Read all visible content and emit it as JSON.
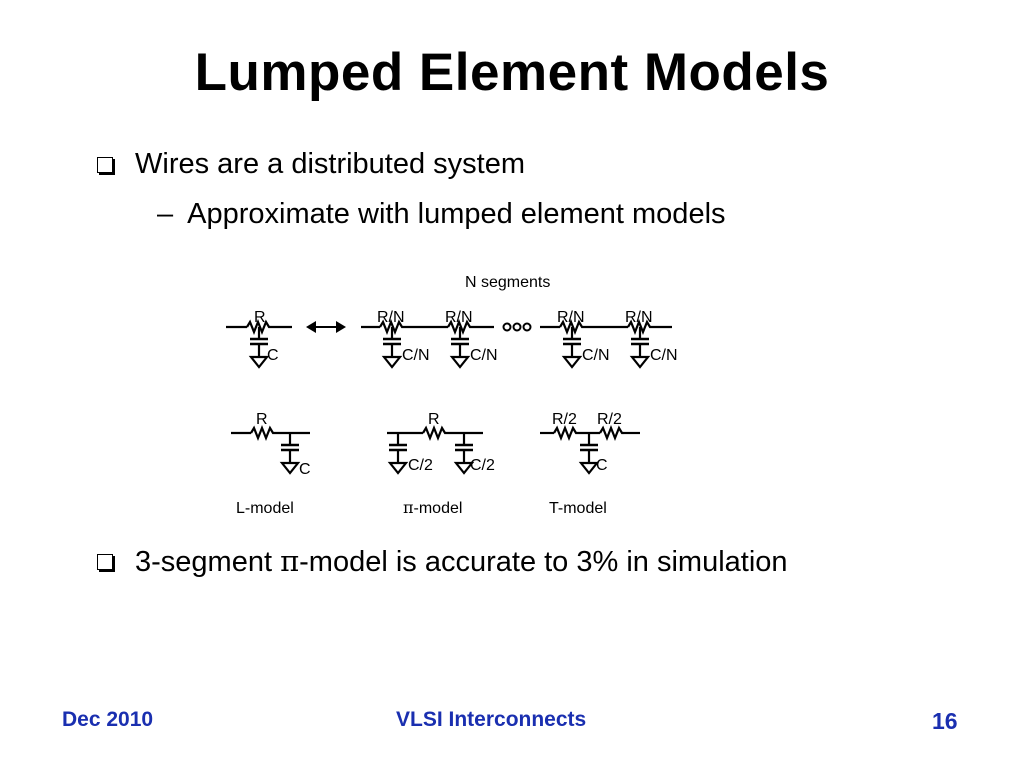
{
  "slide": {
    "title": "Lumped Element Models",
    "bullets": [
      {
        "text": "Wires are a distributed system",
        "sub": "Approximate with lumped element models"
      },
      {
        "prefix": "3-segment ",
        "pi": "π",
        "suffix": "-model is accurate to 3% in simulation"
      }
    ],
    "sub_dash": "–"
  },
  "diagram": {
    "n_segments_label": "N segments",
    "left_R": "R",
    "left_C": "C",
    "seg_R": "R/N",
    "seg_C": "C/N",
    "ellipsis": "•••",
    "l_model": {
      "R": "R",
      "C": "C",
      "caption": "L-model"
    },
    "pi_model": {
      "R": "R",
      "C_left": "C/2",
      "C_right": "C/2",
      "pi": "π",
      "caption": "-model"
    },
    "t_model": {
      "R_left": "R/2",
      "R_right": "R/2",
      "C": "C",
      "caption": "T-model"
    }
  },
  "footer": {
    "date": "Dec 2010",
    "course": "VLSI Interconnects",
    "page": "16"
  },
  "colors": {
    "footer": "#1a2fb0",
    "text": "#000000"
  }
}
